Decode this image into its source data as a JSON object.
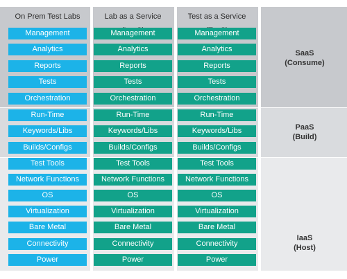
{
  "columns": [
    {
      "title": "On Prem Test Labs",
      "style": "blue"
    },
    {
      "title": "Lab as a Service (LaaS)",
      "style": "teal"
    },
    {
      "title": "Test as a Service (TaaS)",
      "style": "teal"
    }
  ],
  "rows": [
    "Management",
    "Analytics",
    "Reports",
    "Tests",
    "Orchestration",
    "Run-Time",
    "Keywords/Libs",
    "Builds/Configs",
    "Test Tools",
    "Network Functions",
    "OS",
    "Virtualization",
    "Bare Metal",
    "Connectivity",
    "Power"
  ],
  "layers": {
    "saas": {
      "name": "SaaS",
      "sub": "(Consume)"
    },
    "paas": {
      "name": "PaaS",
      "sub": "(Build)"
    },
    "iaas": {
      "name": "IaaS",
      "sub": "(Host)"
    }
  },
  "colors": {
    "blue": "#1cb3e8",
    "teal": "#12a28a"
  }
}
